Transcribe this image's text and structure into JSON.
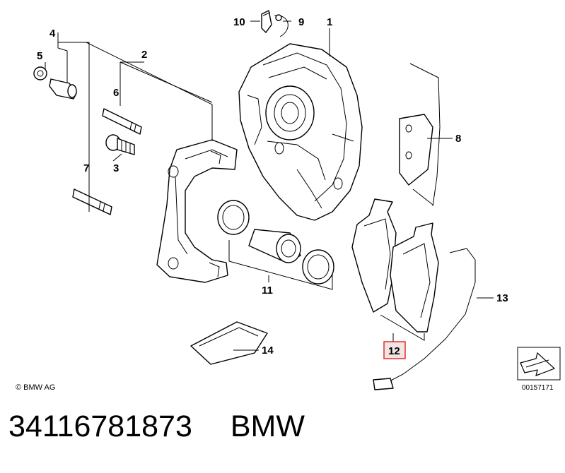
{
  "diagram": {
    "labels": {
      "l1": "1",
      "l2": "2",
      "l3": "3",
      "l4": "4",
      "l5": "5",
      "l6": "6",
      "l7": "7",
      "l8": "8",
      "l9": "9",
      "l10": "10",
      "l11": "11",
      "l12": "12",
      "l13": "13",
      "l14": "14"
    },
    "highlight_color": "#e03030",
    "copyright": "© BMW AG",
    "doc_number": "00157171"
  },
  "footer": {
    "part_number": "34116781873",
    "brand": "BMW"
  }
}
